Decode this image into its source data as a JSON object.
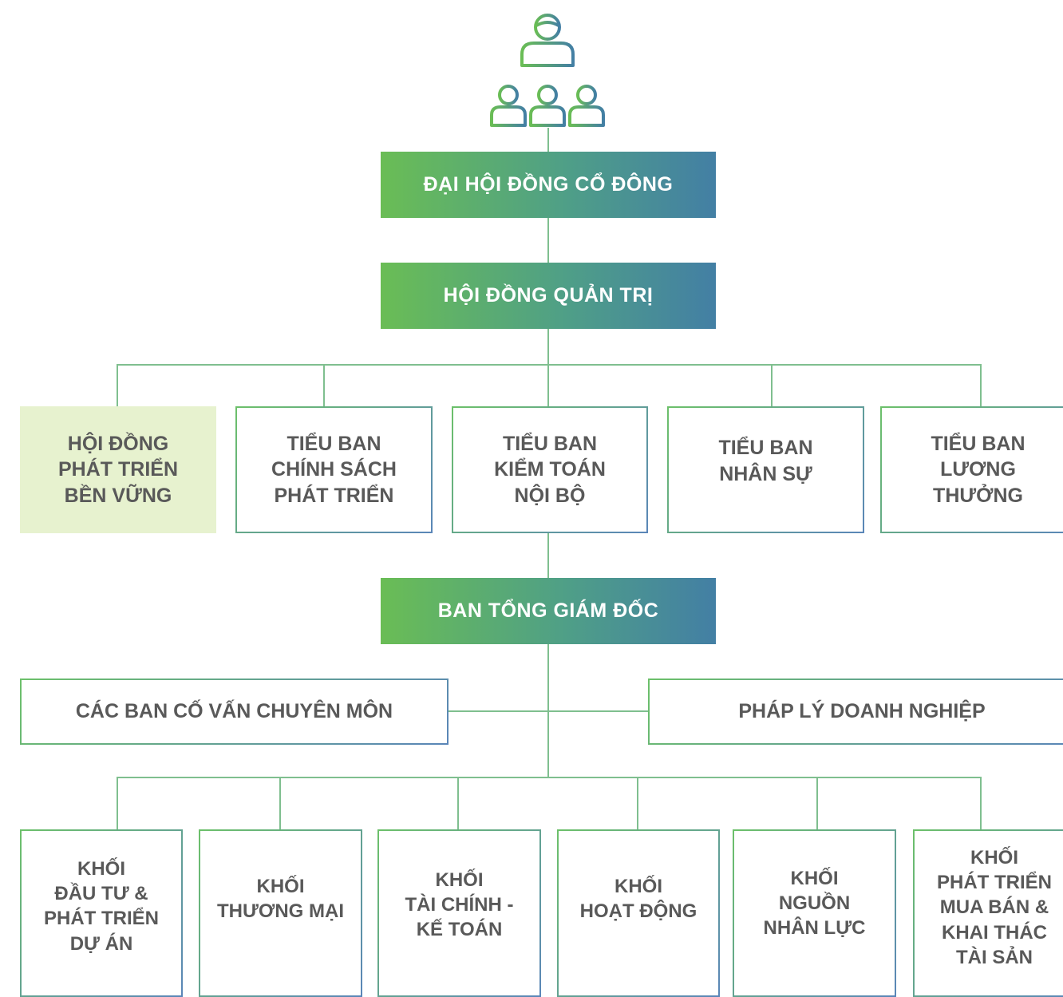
{
  "top": {
    "general_meeting": "ĐẠI HỘI ĐỒNG CỔ ĐÔNG",
    "board": "HỘI ĐỒNG QUẢN TRỊ",
    "management": "BAN TỔNG GIÁM ĐỐC"
  },
  "committees": [
    {
      "label": "HỘI ĐỒNG\nPHÁT TRIỂN\nBỀN VỮNG",
      "highlight": true
    },
    {
      "label": "TIỂU BAN\nCHÍNH SÁCH\nPHÁT TRIỂN"
    },
    {
      "label": "TIỂU BAN\nKIỂM TOÁN\nNỘI BỘ"
    },
    {
      "label": "TIỂU BAN\nNHÂN SỰ"
    },
    {
      "label": "TIỂU BAN\nLƯƠNG\nTHƯỞNG"
    }
  ],
  "advisory": {
    "left": "CÁC BAN CỐ VẤN CHUYÊN MÔN",
    "right": "PHÁP LÝ DOANH NGHIỆP"
  },
  "units": [
    {
      "label": "KHỐI\nĐẦU TƯ &\nPHÁT TRIỂN\nDỰ ÁN"
    },
    {
      "label": "KHỐI\nTHƯƠNG MẠI"
    },
    {
      "label": "KHỐI\nTÀI CHÍNH -\nKẾ TOÁN"
    },
    {
      "label": "KHỐI\nHOẠT ĐỘNG"
    },
    {
      "label": "KHỐI\nNGUỒN\nNHÂN LỰC"
    },
    {
      "label": "KHỐI\nPHÁT TRIỂN\nMUA BÁN &\nKHAI THÁC\nTÀI SẢN"
    }
  ],
  "colors": {
    "gradient_start": "#6abd55",
    "gradient_end": "#437fa4",
    "connector": "#7fbf8f",
    "box_text": "#595959",
    "highlight_fill": "#e7f2cf"
  },
  "icon": "org-hierarchy-people-icon"
}
